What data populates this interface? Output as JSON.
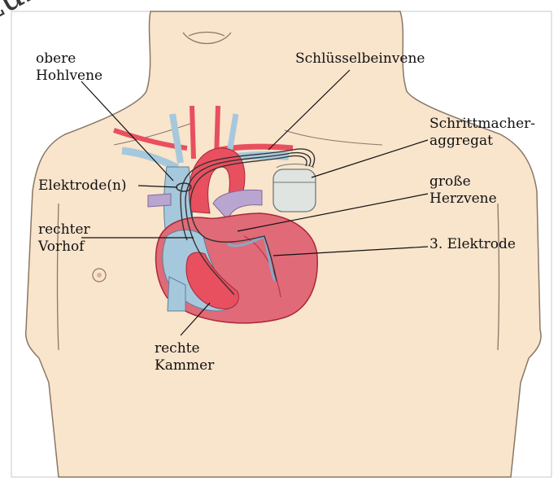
{
  "watermark": "zum Gebrauch ... verwenden",
  "labels": {
    "vena_cava": [
      "obere",
      "Hohlvene"
    ],
    "subclavian": "Schlüsselbeinvene",
    "pacemaker": [
      "Schrittmacher-",
      "aggregat"
    ],
    "electrodes": "Elektrode(n)",
    "cardiac_vein": [
      "große",
      "Herzvene"
    ],
    "right_atrium": [
      "rechter",
      "Vorhof"
    ],
    "third_electrode": "3. Elektrode",
    "right_ventricle": [
      "rechte",
      "Kammer"
    ]
  },
  "colors": {
    "skin": "#f9e4cc",
    "skin_outline": "#8a7766",
    "artery": "#e8505f",
    "vein": "#a6c8dc",
    "heart": "#e06a78",
    "heart_dark": "#b8364a",
    "pulmonary": "#b9a6d0",
    "device": "#dfe4e0",
    "frame": "#c8c8c8"
  }
}
